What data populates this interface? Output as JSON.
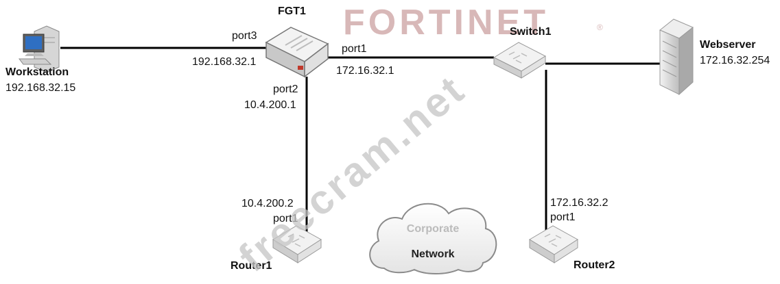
{
  "logo": {
    "text": "FORTINET",
    "mark": "®",
    "color": "#d8b8b8"
  },
  "watermark": {
    "text": "freecram.net",
    "color": "#c4c4c4"
  },
  "cloud": {
    "line1": "Corporate",
    "line2": "Network",
    "line1_color": "#bbbbbb",
    "line2_color": "#222222"
  },
  "devices": {
    "workstation": {
      "name": "Workstation",
      "ip": "192.168.32.15",
      "icon": "workstation-icon"
    },
    "fgt1": {
      "name": "FGT1",
      "icon": "firewall-icon",
      "port3_label": "port3",
      "port3_ip": "192.168.32.1",
      "port1_label": "port1",
      "port1_ip": "172.16.32.1",
      "port2_label": "port2",
      "port2_ip": "10.4.200.1"
    },
    "switch1": {
      "name": "Switch1",
      "icon": "switch-icon"
    },
    "webserver": {
      "name": "Webserver",
      "ip": "172.16.32.254",
      "icon": "server-rack-icon"
    },
    "router1": {
      "name": "Router1",
      "ip": "10.4.200.2",
      "port": "port1",
      "icon": "router-icon"
    },
    "router2": {
      "name": "Router2",
      "ip": "172.16.32.2",
      "port": "port1",
      "icon": "router-icon"
    }
  }
}
